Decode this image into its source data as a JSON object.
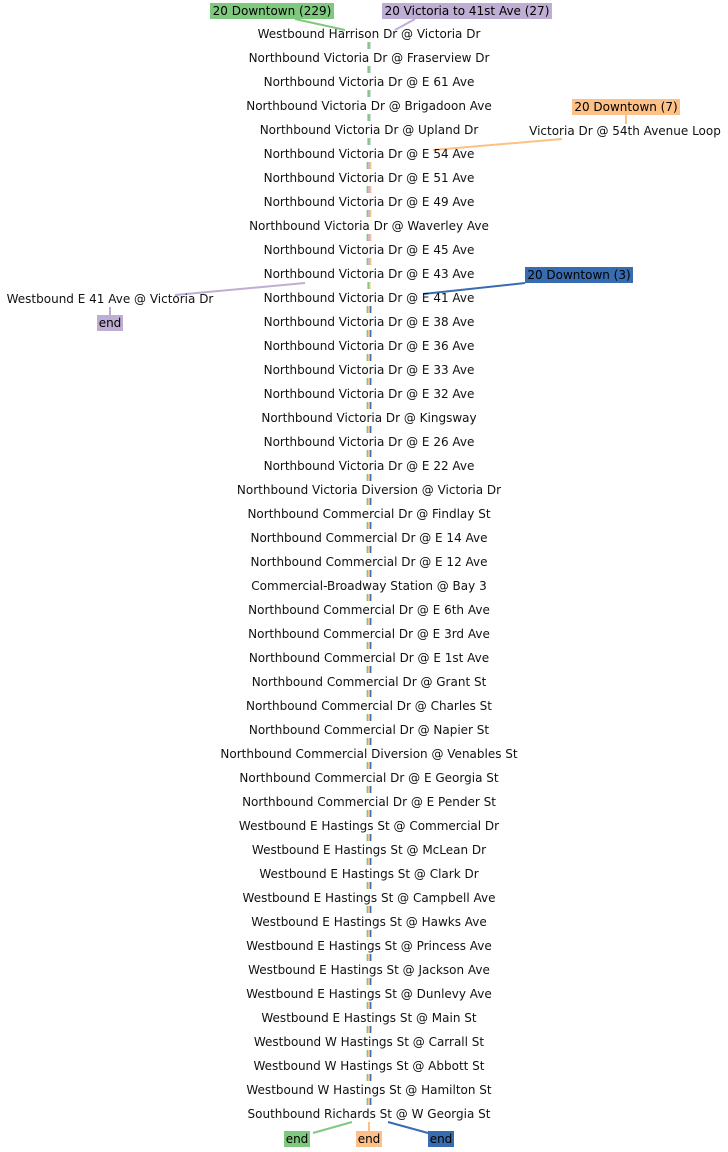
{
  "routes": [
    {
      "id": "r229",
      "label": "20 Downtown (229)",
      "color": "#7fc97f",
      "text_color": "#000000",
      "end_label": "end"
    },
    {
      "id": "r27",
      "label": "20 Victoria to 41st Ave (27)",
      "color": "#beaed4",
      "text_color": "#000000",
      "end_label": "end"
    },
    {
      "id": "r7",
      "label": "20 Downtown (7)",
      "color": "#fdc086",
      "text_color": "#000000",
      "end_label": "end"
    },
    {
      "id": "r3",
      "label": "20 Downtown (3)",
      "color": "#386cb0",
      "text_color": "#ffffff",
      "end_label": "end"
    }
  ],
  "stops": [
    "Westbound Harrison Dr @ Victoria Dr",
    "Northbound Victoria Dr @ Fraserview Dr",
    "Northbound Victoria Dr @ E 61 Ave",
    "Northbound Victoria Dr @ Brigadoon Ave",
    "Northbound Victoria Dr @ Upland Dr",
    "Northbound Victoria Dr @ E 54 Ave",
    "Northbound Victoria Dr @ E 51 Ave",
    "Northbound Victoria Dr @ E 49 Ave",
    "Northbound Victoria Dr @ Waverley Ave",
    "Northbound Victoria Dr @ E 45 Ave",
    "Northbound Victoria Dr @ E 43 Ave",
    "Northbound Victoria Dr @ E 41 Ave",
    "Northbound Victoria Dr @ E 38 Ave",
    "Northbound Victoria Dr @ E 36 Ave",
    "Northbound Victoria Dr @ E 33 Ave",
    "Northbound Victoria Dr @ E 32 Ave",
    "Northbound Victoria Dr @ Kingsway",
    "Northbound Victoria Dr @ E 26 Ave",
    "Northbound Victoria Dr @ E 22 Ave",
    "Northbound Victoria Diversion @ Victoria Dr",
    "Northbound Commercial Dr @ Findlay St",
    "Northbound Commercial Dr @ E 14 Ave",
    "Northbound Commercial Dr @ E 12 Ave",
    "Commercial-Broadway Station @ Bay 3",
    "Northbound Commercial Dr @ E 6th Ave",
    "Northbound Commercial Dr @ E 3rd Ave",
    "Northbound Commercial Dr @ E 1st Ave",
    "Northbound Commercial Dr @ Grant St",
    "Northbound Commercial Dr @ Charles St",
    "Northbound Commercial Dr @ Napier St",
    "Northbound Commercial Diversion @ Venables St",
    "Northbound Commercial Dr @ E Georgia St",
    "Northbound Commercial Dr @ E Pender St",
    "Westbound E Hastings St @ Commercial Dr",
    "Westbound E Hastings St @ McLean Dr",
    "Westbound E Hastings St @ Clark Dr",
    "Westbound E Hastings St @ Campbell Ave",
    "Westbound E Hastings St @ Hawks Ave",
    "Westbound E Hastings St @ Princess Ave",
    "Westbound E Hastings St @ Jackson Ave",
    "Westbound E Hastings St @ Dunlevy Ave",
    "Westbound E Hastings St @ Main St",
    "Westbound W Hastings St @ Carrall St",
    "Westbound W Hastings St @ Abbott St",
    "Westbound W Hastings St @ Hamilton St",
    "Southbound Richards St @ W Georgia St"
  ],
  "branch_stops": [
    {
      "label": "Victoria Dr @ 54th Avenue Loop",
      "route": "r7",
      "joins_at": 5
    },
    {
      "label": "Westbound E 41 Ave @ Victoria Dr",
      "route": "r27",
      "leaves_at": 10
    }
  ]
}
